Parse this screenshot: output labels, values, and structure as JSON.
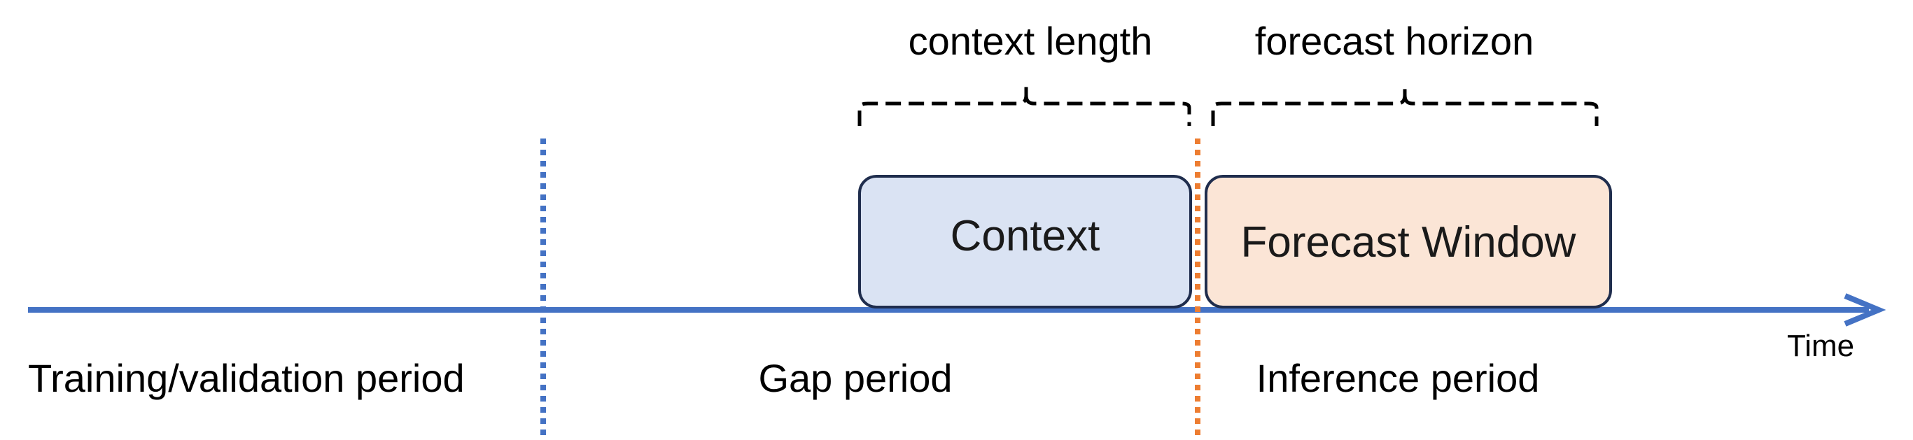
{
  "labels": {
    "context_length": "context length",
    "forecast_horizon": "forecast horizon",
    "context_box": "Context",
    "forecast_box": "Forecast Window",
    "time_axis": "Time",
    "training_period": "Training/validation period",
    "gap_period": "Gap period",
    "inference_period": "Inference period"
  },
  "colors": {
    "axis": "#4472c4",
    "training_divider": "#4472c4",
    "inference_divider": "#ed7d31",
    "context_fill": "#dae3f3",
    "forecast_fill": "#fbe5d6",
    "box_border": "#1f2d4d",
    "brace": "#000000"
  }
}
